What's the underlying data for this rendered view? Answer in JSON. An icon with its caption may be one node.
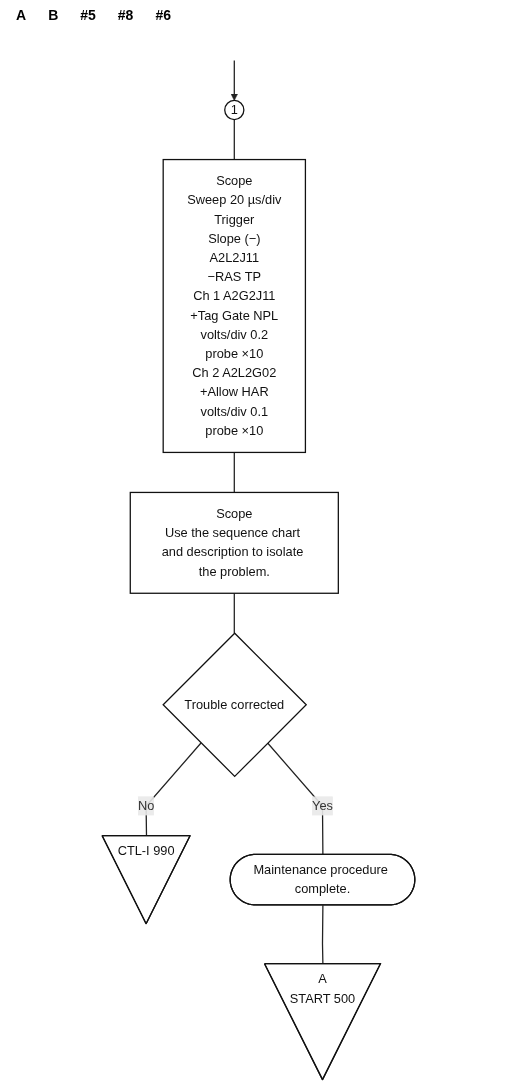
{
  "diagram": {
    "nodes": [
      {
        "text": [
          "1"
        ]
      },
      {
        "text": [
          "Scope",
          "Sweep 20 µs/div",
          "Trigger",
          "Slope (−)",
          "A2L2J11",
          "−RAS TP",
          "Ch 1 A2G2J11",
          "+Tag Gate NPL",
          "volts/div 0.2",
          "probe ×10",
          "Ch 2 A2L2G02",
          "+Allow HAR",
          "volts/div 0.1",
          "probe ×10"
        ]
      },
      {
        "text": [
          "Scope",
          "Use the sequence chart and description to isolate the problem."
        ]
      },
      {
        "text": [
          "Trouble corrected"
        ]
      },
      {
        "text": [
          "CTL-I 990"
        ]
      },
      {
        "text": [
          "Maintenance procedure complete."
        ]
      },
      {
        "text": [
          "A",
          "START 500"
        ]
      }
    ],
    "edges": [
      {
        "from": null,
        "to": 0,
        "arrow": "to"
      },
      {
        "from": 0,
        "to": 1,
        "arrow": "none"
      },
      {
        "from": 1,
        "to": 2,
        "arrow": "none"
      },
      {
        "from": 2,
        "to": 3,
        "arrow": "none"
      },
      {
        "from": 3,
        "to": 4,
        "label": "No",
        "arrow": "none"
      },
      {
        "from": 3,
        "to": 5,
        "label": "Yes",
        "arrow": "none"
      },
      {
        "from": 5,
        "to": 6,
        "arrow": "none"
      }
    ],
    "labels": [
      "A",
      "B",
      "#5",
      "#8",
      "#6"
    ]
  }
}
